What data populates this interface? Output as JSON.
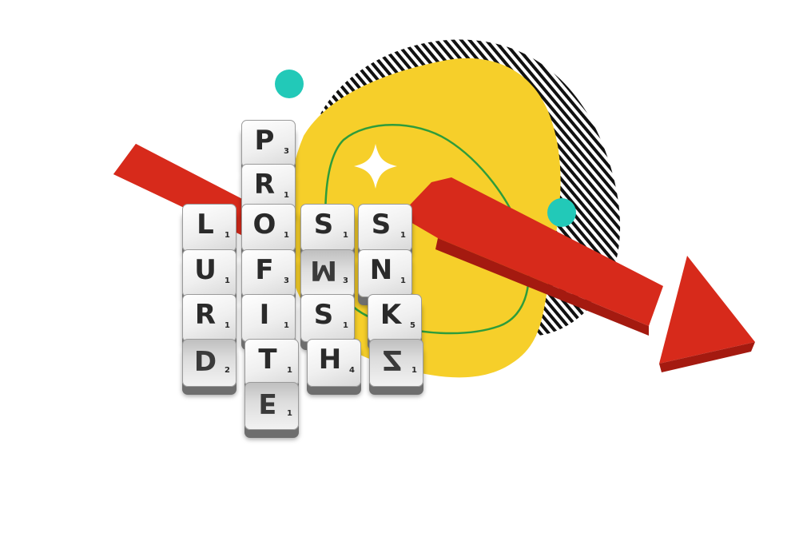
{
  "colors": {
    "arrow": "#d72a1b",
    "blob": "#f6cf2a",
    "dot": "#22c9b8",
    "stripes": "#111111",
    "outline": "#2e9c3b",
    "sparkle": "#ffffff"
  },
  "tiles": [
    {
      "letter": "P",
      "sub": "3"
    },
    {
      "letter": "R",
      "sub": "1"
    },
    {
      "letter": "L",
      "sub": "1"
    },
    {
      "letter": "O",
      "sub": "1"
    },
    {
      "letter": "S",
      "sub": "1"
    },
    {
      "letter": "S",
      "sub": "1"
    },
    {
      "letter": "U",
      "sub": "1"
    },
    {
      "letter": "F",
      "sub": "3"
    },
    {
      "letter": "M",
      "sub": "3"
    },
    {
      "letter": "N",
      "sub": "1"
    },
    {
      "letter": "R",
      "sub": "1"
    },
    {
      "letter": "I",
      "sub": "1"
    },
    {
      "letter": "S",
      "sub": "1"
    },
    {
      "letter": "K",
      "sub": "5"
    },
    {
      "letter": "D",
      "sub": "2"
    },
    {
      "letter": "T",
      "sub": "1"
    },
    {
      "letter": "H",
      "sub": "4"
    },
    {
      "letter": "Z",
      "sub": "1"
    },
    {
      "letter": "E",
      "sub": "1"
    }
  ]
}
